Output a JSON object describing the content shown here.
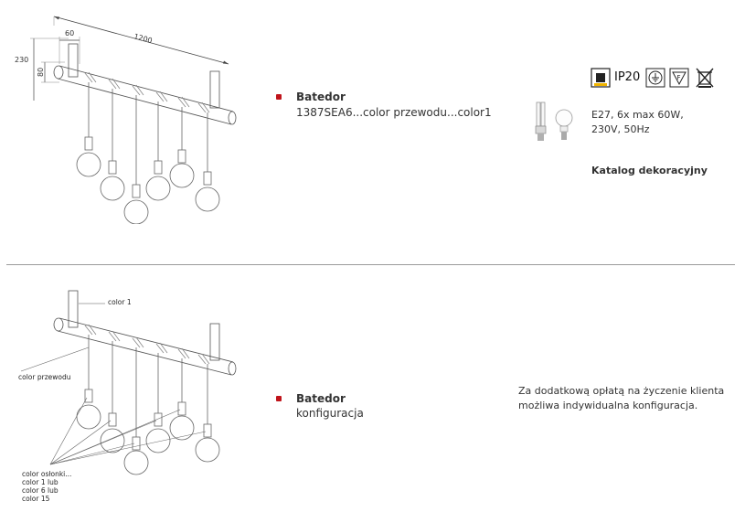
{
  "product": {
    "name": "Batedor",
    "code": "1387SEA6...color przewodu...color1",
    "config_label": "konfiguracja"
  },
  "specs": {
    "line1": "E27, 6x max 60W,",
    "line2": "230V, 50Hz",
    "ip_rating": "IP20",
    "catalog": "Katalog dekoracyjny"
  },
  "dimensions": {
    "length": "1200",
    "width": "60",
    "height_total": "230",
    "height_bar": "80"
  },
  "diagram_labels": {
    "color1": "color 1",
    "cable": "color przewodu",
    "shade_lines": [
      "color osłonki...",
      "color 1 lub",
      "color 6 lub",
      "color 15"
    ]
  },
  "config_note": {
    "line1": "Za dodatkową opłatą na życzenie klienta",
    "line2": "możliwa indywidualna konfiguracja."
  },
  "icons": [
    "class-ii-icon",
    "ground-icon",
    "f-mark-icon",
    "weee-bin-icon",
    "fluorescent-bulb-icon",
    "incandescent-bulb-icon"
  ]
}
